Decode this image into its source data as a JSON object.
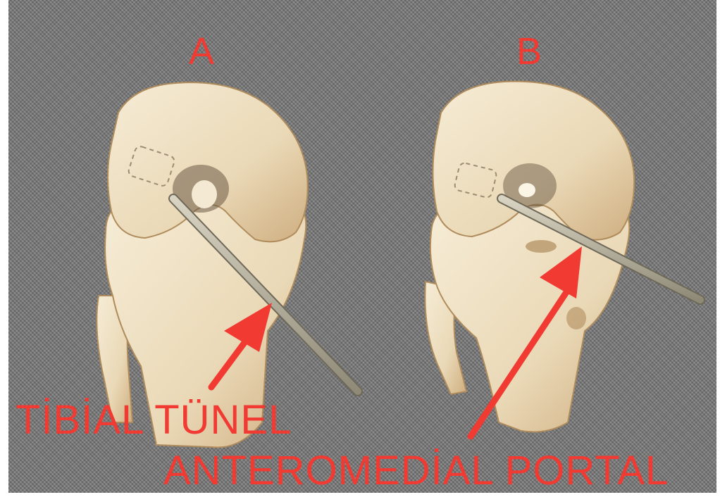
{
  "labels": {
    "panel_a": "A",
    "panel_b": "B"
  },
  "captions": {
    "tibial_tunnel": "TİBİAL TÜNEL",
    "anteromedial_portal": "ANTEROMEDİAL PORTAL"
  },
  "colors": {
    "annotation_red": "#f03a32",
    "bone": "#efe3c8",
    "bone_shadow": "#c9a878",
    "background": "#7a7a7a",
    "guide_rod": "#b8b29e"
  }
}
